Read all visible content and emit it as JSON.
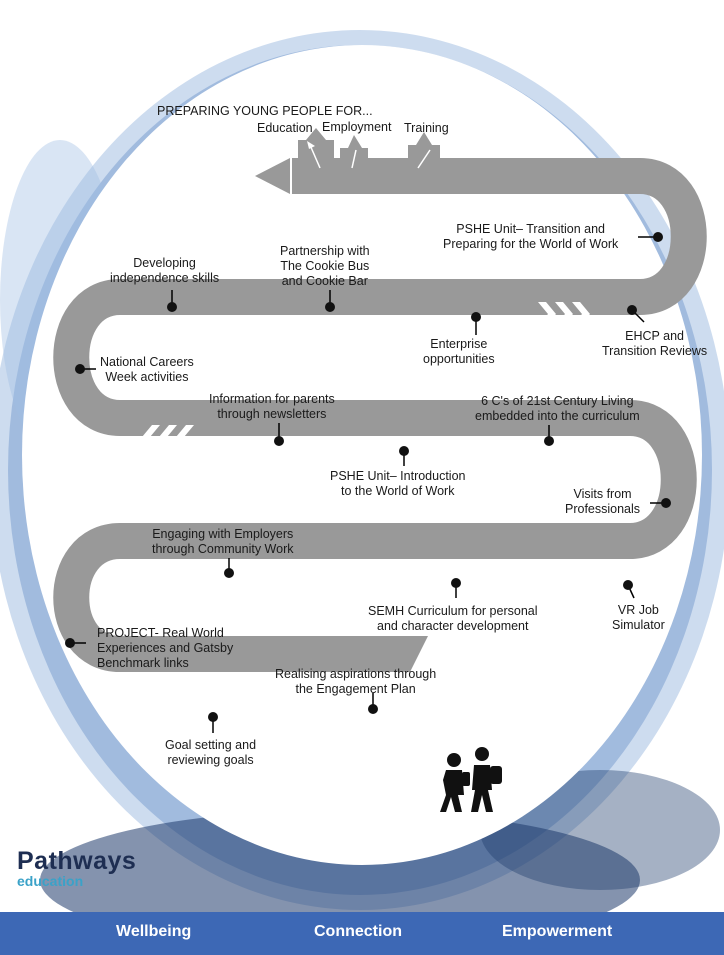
{
  "title": "PREPARING YOUNG PEOPLE FOR...",
  "destinations": [
    "Education",
    "Employment",
    "Training"
  ],
  "milestones": [
    {
      "id": "pshe-transition",
      "lines": [
        "PSHE Unit– Transition and",
        "Preparing for the World of Work"
      ]
    },
    {
      "id": "ehcp",
      "lines": [
        "EHCP and",
        "Transition Reviews"
      ]
    },
    {
      "id": "enterprise",
      "lines": [
        "Enterprise",
        "opportunities"
      ]
    },
    {
      "id": "cookie-bus",
      "lines": [
        "Partnership with",
        "The Cookie Bus",
        "and Cookie Bar"
      ]
    },
    {
      "id": "independence",
      "lines": [
        "Developing",
        "independence  skills"
      ]
    },
    {
      "id": "national-careers",
      "lines": [
        "National Careers",
        "Week activities"
      ]
    },
    {
      "id": "parents-newsletters",
      "lines": [
        "Information for parents",
        "through newsletters"
      ]
    },
    {
      "id": "pshe-intro",
      "lines": [
        "PSHE Unit– Introduction",
        "to the World of Work"
      ]
    },
    {
      "id": "six-cs",
      "lines": [
        "6 C's of 21st Century Living",
        "embedded into the curriculum"
      ]
    },
    {
      "id": "visits",
      "lines": [
        "Visits from",
        "Professionals"
      ]
    },
    {
      "id": "employers",
      "lines": [
        "Engaging with Employers",
        "through Community Work"
      ]
    },
    {
      "id": "semh",
      "lines": [
        "SEMH Curriculum for personal",
        "and character development"
      ]
    },
    {
      "id": "vr",
      "lines": [
        "VR Job",
        "Simulator"
      ]
    },
    {
      "id": "project",
      "lines": [
        "PROJECT- Real World",
        "Experiences and Gatsby",
        "Benchmark links"
      ]
    },
    {
      "id": "aspirations",
      "lines": [
        "Realising aspirations through",
        "the Engagement Plan"
      ]
    },
    {
      "id": "goals",
      "lines": [
        "Goal setting and",
        "reviewing goals"
      ]
    }
  ],
  "logo": {
    "name": "Pathways",
    "sub": "education"
  },
  "footer": [
    "Wellbeing",
    "Connection",
    "Empowerment"
  ],
  "colors": {
    "road": "#999999",
    "accent_blue": "#3d68b5",
    "logo_dark": "#1e2e52",
    "logo_light": "#3aa2c8"
  },
  "icons": [
    "chevron-right-icon",
    "chevron-left-icon",
    "up-arrow-icon",
    "students-walking-icon"
  ]
}
